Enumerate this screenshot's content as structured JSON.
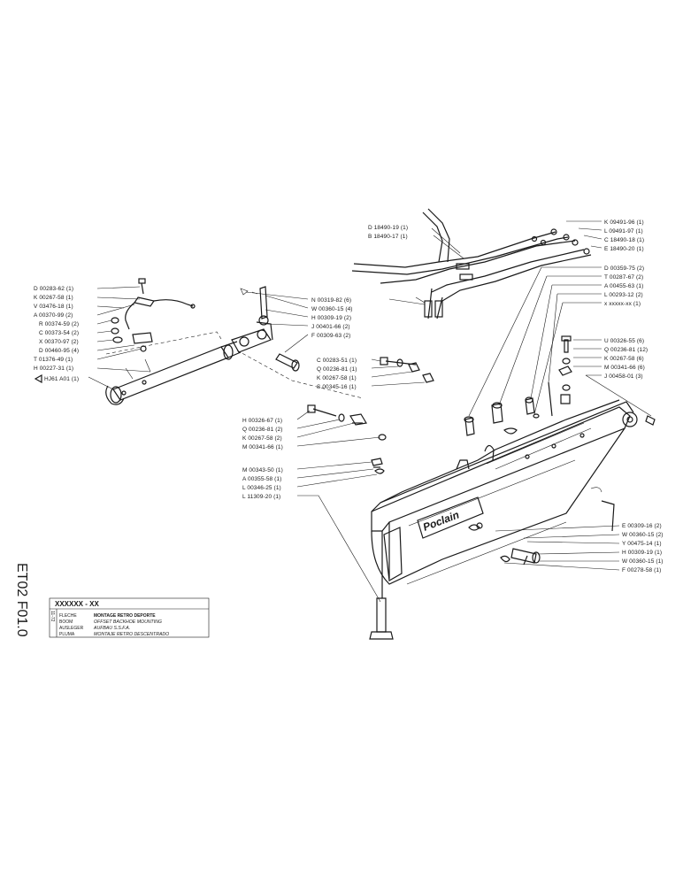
{
  "sheet_ref": "ET02 F01.0",
  "title_block": {
    "code": "XXXXXX - XX",
    "date": "11-72",
    "languages": [
      {
        "lang": "FLECHE",
        "text": "MONTAGE RETRO DEPORTE"
      },
      {
        "lang": "BOOM",
        "text": "OFFSET BACKHOE MOUNTING"
      },
      {
        "lang": "AUSLEGER",
        "text": "AUFBAU S.S.F.A."
      },
      {
        "lang": "PLUMA",
        "text": "MONTAJE RETRO DESCENTRADO"
      }
    ]
  },
  "brand": "Poclain",
  "labels_left": [
    "D 00283-62 (1)",
    "K 00267-58 (1)",
    "V 03476-18 (1)",
    "A 00370-99 (2)",
    "R 00374-59 (2)",
    "C 00373-54 (2)",
    "X 00370-97 (2)",
    "D 00460-95 (4)",
    "T 01376-49 (1)",
    "H 00227-31 (1)",
    "HJ61  A01 (1)"
  ],
  "labels_hoses": [
    "D 18490-19 (1)",
    "B 18490-17 (1)"
  ],
  "labels_mid_upper": [
    "N 00319-82 (6)",
    "W 00360-15 (4)",
    "H 00309-19 (2)",
    "J 00401-66 (2)",
    "F 00309-63 (2)"
  ],
  "labels_mid_bolts": [
    "C 00283-51 (1)",
    "Q 00236-81 (1)",
    "K 00267-58 (1)",
    "S 00345-16 (1)"
  ],
  "labels_mid_lower": [
    "H 00326-67 (1)",
    "Q 00236-81 (2)",
    "K 00267-58 (2)",
    "M 00341-66 (1)"
  ],
  "labels_stand": [
    "M 00343-50 (1)",
    "A 00355-58 (1)",
    "L 00346-25 (1)",
    "L 11309-20 (1)"
  ],
  "labels_right_top": [
    "K 09491-96 (1)",
    "L 09491-97 (1)",
    "C 18490-18 (1)",
    "E 18490-20 (1)"
  ],
  "labels_right_mid": [
    "D 00359-75 (2)",
    "T 00287-67 (2)",
    "A 00455-63 (1)",
    "L 00293-12 (2)",
    "x  xxxxx-xx (1)"
  ],
  "labels_right_bolts": [
    "U 00326-55 (6)",
    "Q 00236-81 (12)",
    "K 00267-58 (6)",
    "M 00341-66 (6)",
    "J 00458-01 (3)"
  ],
  "labels_right_low": [
    "E 00309-16 (2)",
    "W 00360-15 (2)",
    "Y 00475-14 (1)",
    "H 00309-19 (1)",
    "W 00360-15 (1)",
    "F 00278-58 (1)"
  ]
}
